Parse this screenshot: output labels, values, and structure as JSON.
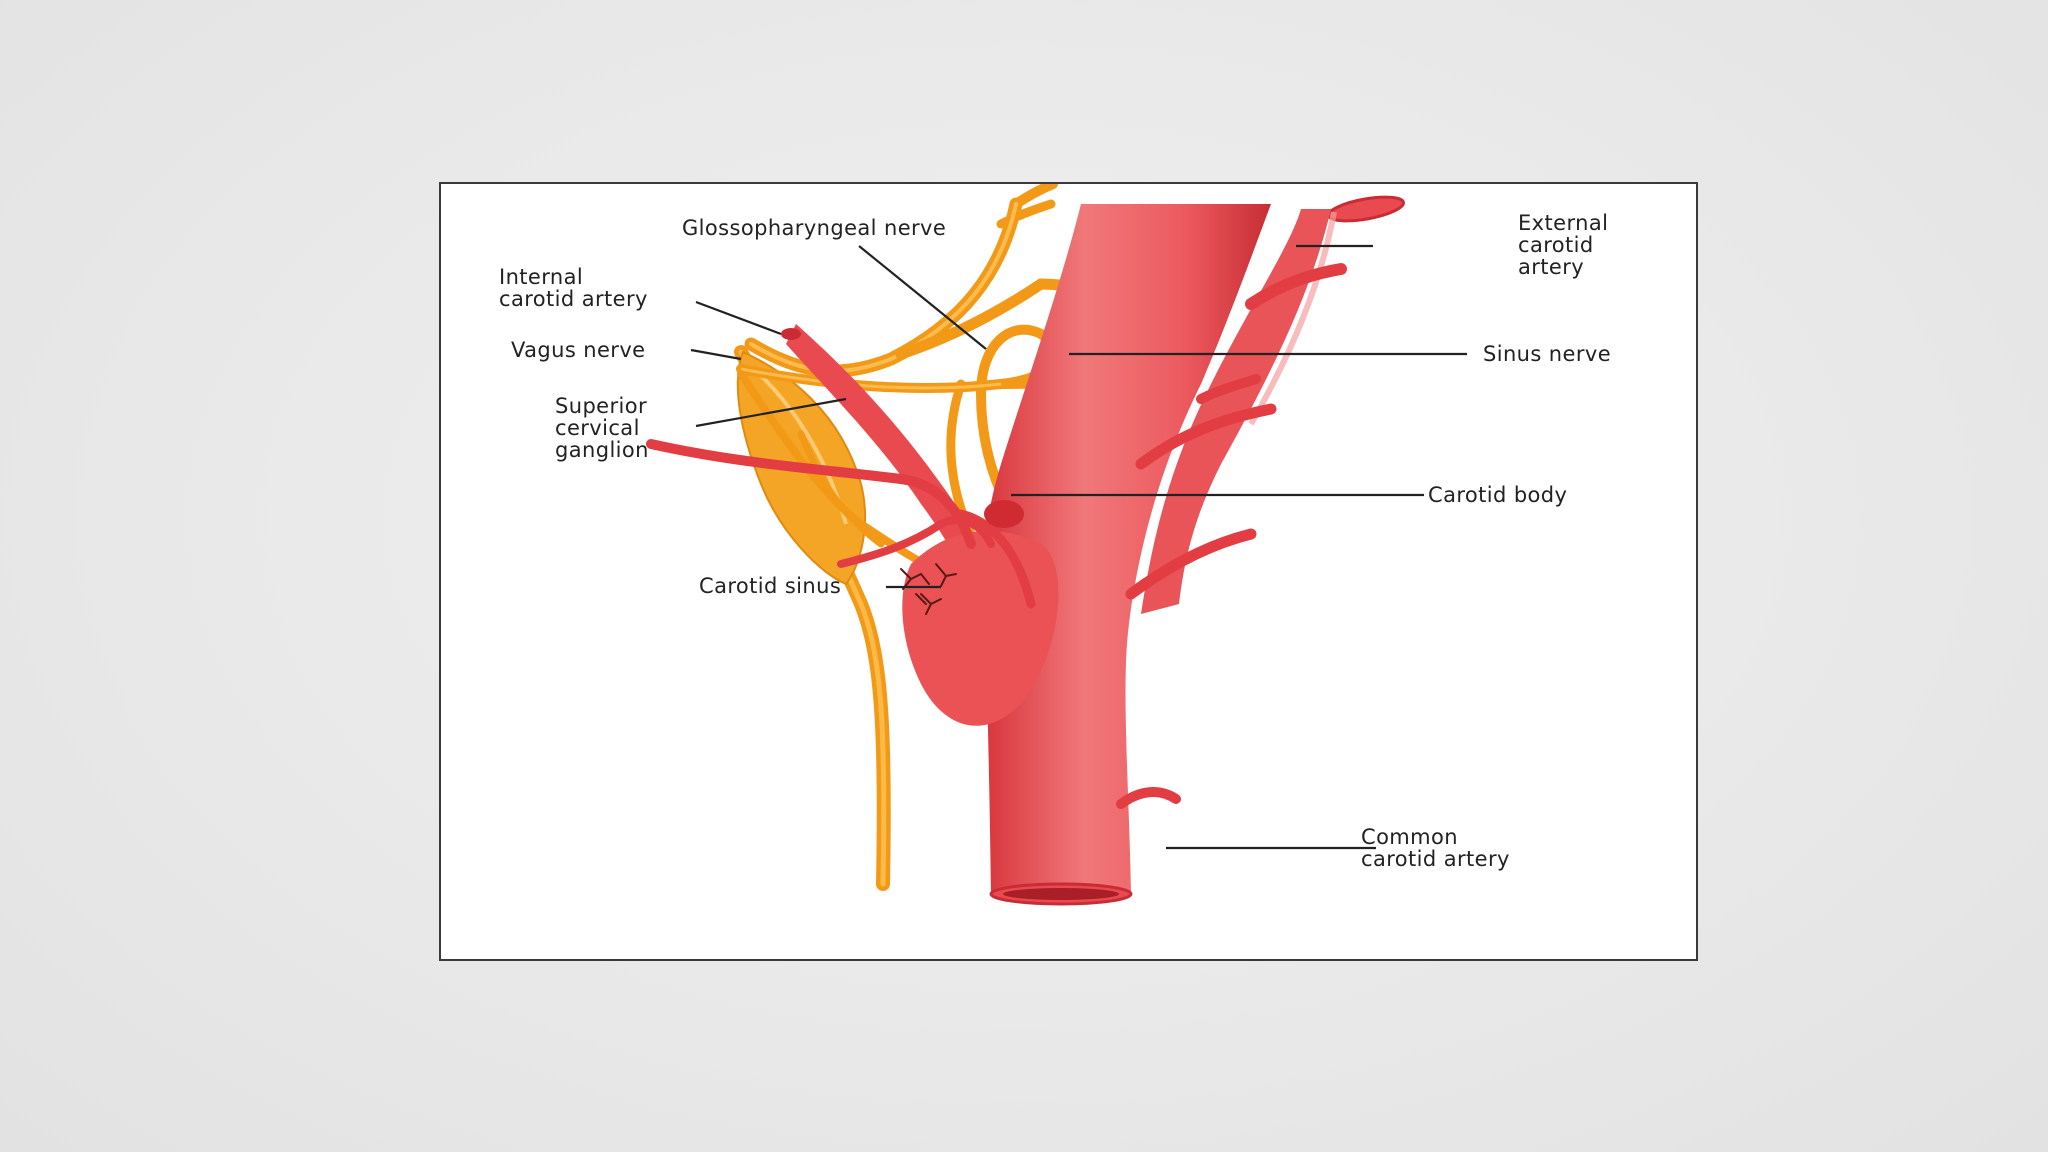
{
  "colors": {
    "page_background": "#e9e9e9",
    "figure_background": "#ffffff",
    "artery": "#e8454a",
    "artery_dark": "#c92c35",
    "artery_light": "#f4a3a3",
    "nerve": "#f7a21b",
    "nerve_light": "#ffd27a",
    "leader_line": "#222222"
  },
  "diagram": {
    "labels": {
      "glossopharyngeal_nerve": "Glossopharyngeal nerve",
      "internal_carotid_line1": "Internal",
      "internal_carotid_line2": "carotid artery",
      "vagus_nerve": "Vagus nerve",
      "superior_cervical_line1": "Superior",
      "superior_cervical_line2": "cervical",
      "superior_cervical_line3": "ganglion",
      "external_carotid_line1": "External",
      "external_carotid_line2": "carotid",
      "external_carotid_line3": "artery",
      "sinus_nerve": "Sinus nerve",
      "carotid_body": "Carotid body",
      "carotid_sinus": "Carotid sinus",
      "common_carotid_line1": "Common",
      "common_carotid_line2": "carotid artery"
    }
  }
}
